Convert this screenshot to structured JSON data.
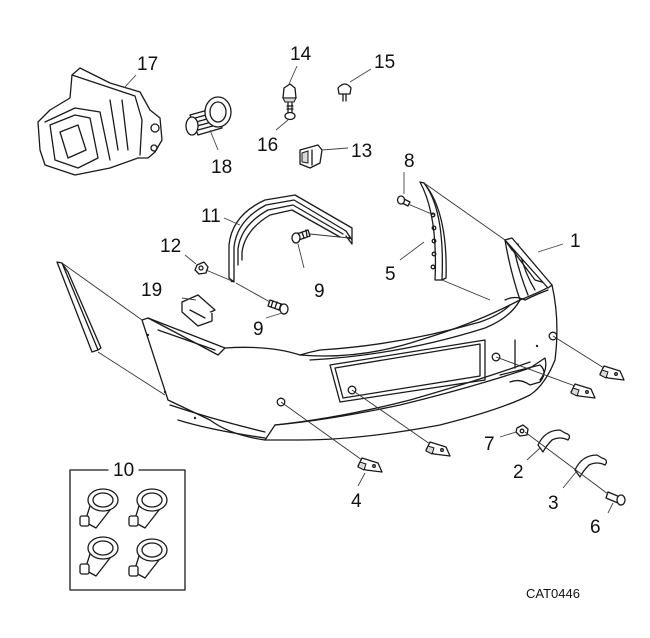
{
  "diagram": {
    "reference_code": "CAT0446",
    "callouts": [
      {
        "id": "1",
        "label": "1",
        "part": "rear-bumper-cover"
      },
      {
        "id": "2",
        "label": "2",
        "part": "bracket-clip"
      },
      {
        "id": "3",
        "label": "3",
        "part": "bracket-clip"
      },
      {
        "id": "4",
        "label": "4",
        "part": "parking-sensor"
      },
      {
        "id": "5",
        "label": "5",
        "part": "side-bracket"
      },
      {
        "id": "6",
        "label": "6",
        "part": "bolt"
      },
      {
        "id": "7",
        "label": "7",
        "part": "nut"
      },
      {
        "id": "8",
        "label": "8",
        "part": "bolt"
      },
      {
        "id": "9a",
        "label": "9",
        "part": "bolt"
      },
      {
        "id": "9b",
        "label": "9",
        "part": "bolt"
      },
      {
        "id": "10",
        "label": "10",
        "part": "sensor-kit"
      },
      {
        "id": "11",
        "label": "11",
        "part": "support-bracket"
      },
      {
        "id": "12",
        "label": "12",
        "part": "nut"
      },
      {
        "id": "13",
        "label": "13",
        "part": "clip"
      },
      {
        "id": "14",
        "label": "14",
        "part": "nut-insert"
      },
      {
        "id": "15",
        "label": "15",
        "part": "push-rivet"
      },
      {
        "id": "16",
        "label": "16",
        "part": "screw"
      },
      {
        "id": "17",
        "label": "17",
        "part": "energy-absorber"
      },
      {
        "id": "18",
        "label": "18",
        "part": "bolt"
      },
      {
        "id": "19",
        "label": "19",
        "part": "clip"
      }
    ]
  }
}
